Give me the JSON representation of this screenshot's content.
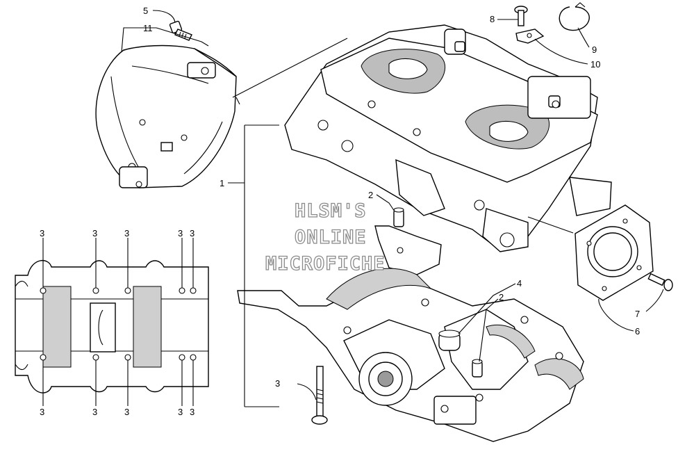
{
  "callouts": {
    "c5": "5",
    "c11": "11",
    "c8": "8",
    "c9": "9",
    "c10": "10",
    "c1": "1",
    "c2a": "2",
    "c2b": "2",
    "c4": "4",
    "c7": "7",
    "c6": "6",
    "c3_side": "3",
    "c3_top": [
      "3",
      "3",
      "3",
      "3",
      "3"
    ],
    "c3_bottom": [
      "3",
      "3",
      "3",
      "3",
      "3"
    ]
  },
  "watermark": [
    "HLSM'S",
    "ONLINE",
    "MICROFICHE"
  ]
}
